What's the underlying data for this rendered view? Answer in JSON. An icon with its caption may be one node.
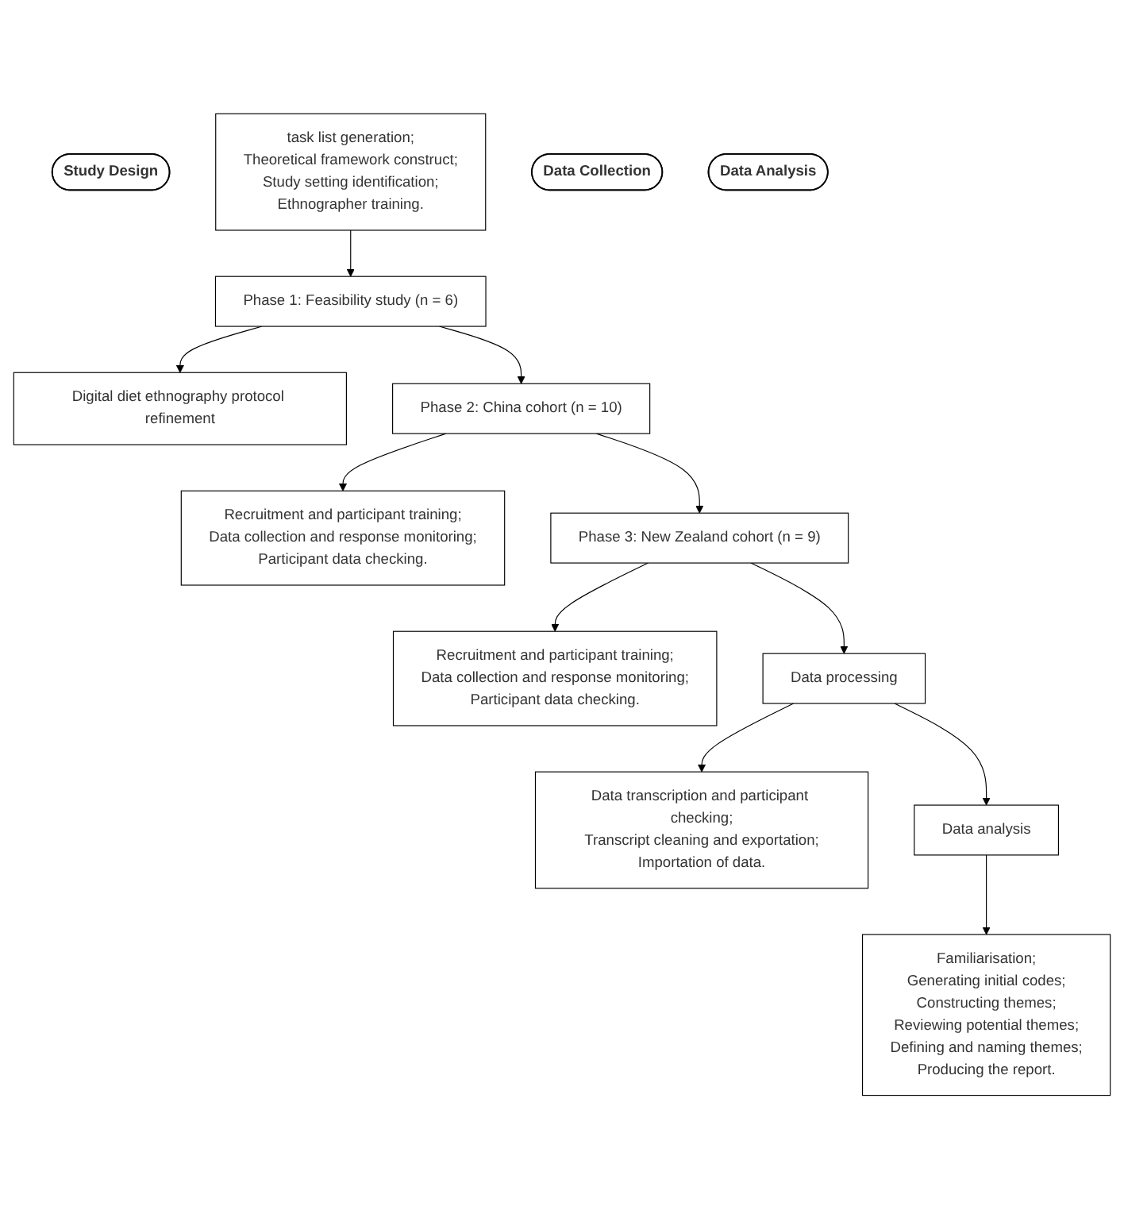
{
  "diagram": {
    "nodes": [
      {
        "text": [
          "Study Design"
        ]
      },
      {
        "text": [
          "task list generation;",
          "Theoretical framework construct;",
          "Study setting identification;",
          "Ethnographer training."
        ]
      },
      {
        "text": [
          "Data Collection"
        ]
      },
      {
        "text": [
          "Phase 1: Feasibility study (n = 6)"
        ]
      },
      {
        "text": [
          "Digital diet ethnography protocol refinement"
        ]
      },
      {
        "text": [
          "Phase 2: China cohort (n = 10)"
        ]
      },
      {
        "text": [
          "Recruitment and participant training;",
          "Data collection and response monitoring;",
          "Participant data checking."
        ]
      },
      {
        "text": [
          "Phase 3: New Zealand cohort (n = 9)"
        ]
      },
      {
        "text": [
          "Recruitment and participant training;",
          "Data collection and response monitoring;",
          "Participant data checking."
        ]
      },
      {
        "text": [
          "Data Analysis"
        ]
      },
      {
        "text": [
          "Data processing"
        ]
      },
      {
        "text": [
          "Data transcription and participant checking;",
          "Transcript cleaning and exportation;",
          "Importation of data."
        ]
      },
      {
        "text": [
          "Data analysis"
        ]
      },
      {
        "text": [
          "Familiarisation;",
          "Generating initial codes;",
          "Constructing themes;",
          "Reviewing potential themes;",
          "Defining and naming themes;",
          "Producing the report."
        ]
      }
    ],
    "edges": [
      {
        "from": 1,
        "to": 3,
        "arrow": "to"
      },
      {
        "from": 3,
        "to": 4,
        "arrow": "to"
      },
      {
        "from": 3,
        "to": 5,
        "arrow": "to"
      },
      {
        "from": 5,
        "to": 6,
        "arrow": "to"
      },
      {
        "from": 5,
        "to": 7,
        "arrow": "to"
      },
      {
        "from": 7,
        "to": 8,
        "arrow": "to"
      },
      {
        "from": 7,
        "to": 10,
        "arrow": "to"
      },
      {
        "from": 10,
        "to": 11,
        "arrow": "to"
      },
      {
        "from": 10,
        "to": 12,
        "arrow": "to"
      },
      {
        "from": 12,
        "to": 13,
        "arrow": "to"
      }
    ]
  }
}
